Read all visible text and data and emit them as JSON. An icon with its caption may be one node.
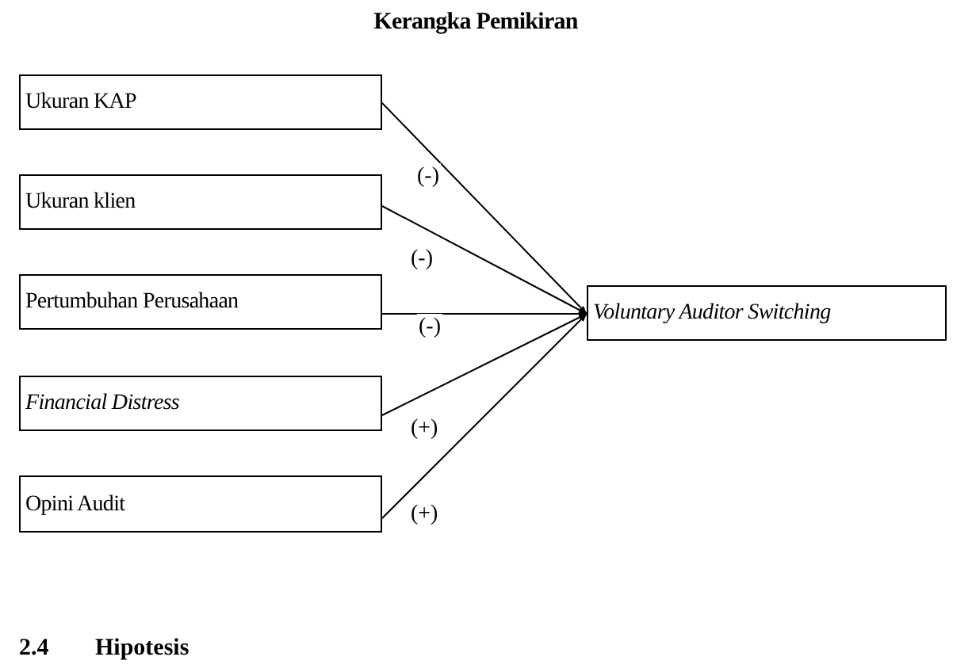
{
  "diagram": {
    "title": "Kerangka Pemikiran",
    "nodes": [
      {
        "text": [
          "Ukuran KAP"
        ]
      },
      {
        "text": [
          "Ukuran klien"
        ]
      },
      {
        "text": [
          "Pertumbuhan Perusahaan"
        ]
      },
      {
        "text": [
          "Financial Distress"
        ]
      },
      {
        "text": [
          "Opini Audit"
        ]
      },
      {
        "text": [
          "Voluntary Auditor Switching"
        ]
      }
    ],
    "edges": [
      {
        "from": 0,
        "to": 5,
        "arrow": "to",
        "label": "(-)"
      },
      {
        "from": 1,
        "to": 5,
        "arrow": "to",
        "label": "(-)"
      },
      {
        "from": 2,
        "to": 5,
        "arrow": "to",
        "label": "(-)"
      },
      {
        "from": 3,
        "to": 5,
        "arrow": "to",
        "label": "(+)"
      },
      {
        "from": 4,
        "to": 5,
        "arrow": "to",
        "label": "(+)"
      }
    ],
    "labels": [
      "2.4",
      "Hipotesis"
    ]
  }
}
